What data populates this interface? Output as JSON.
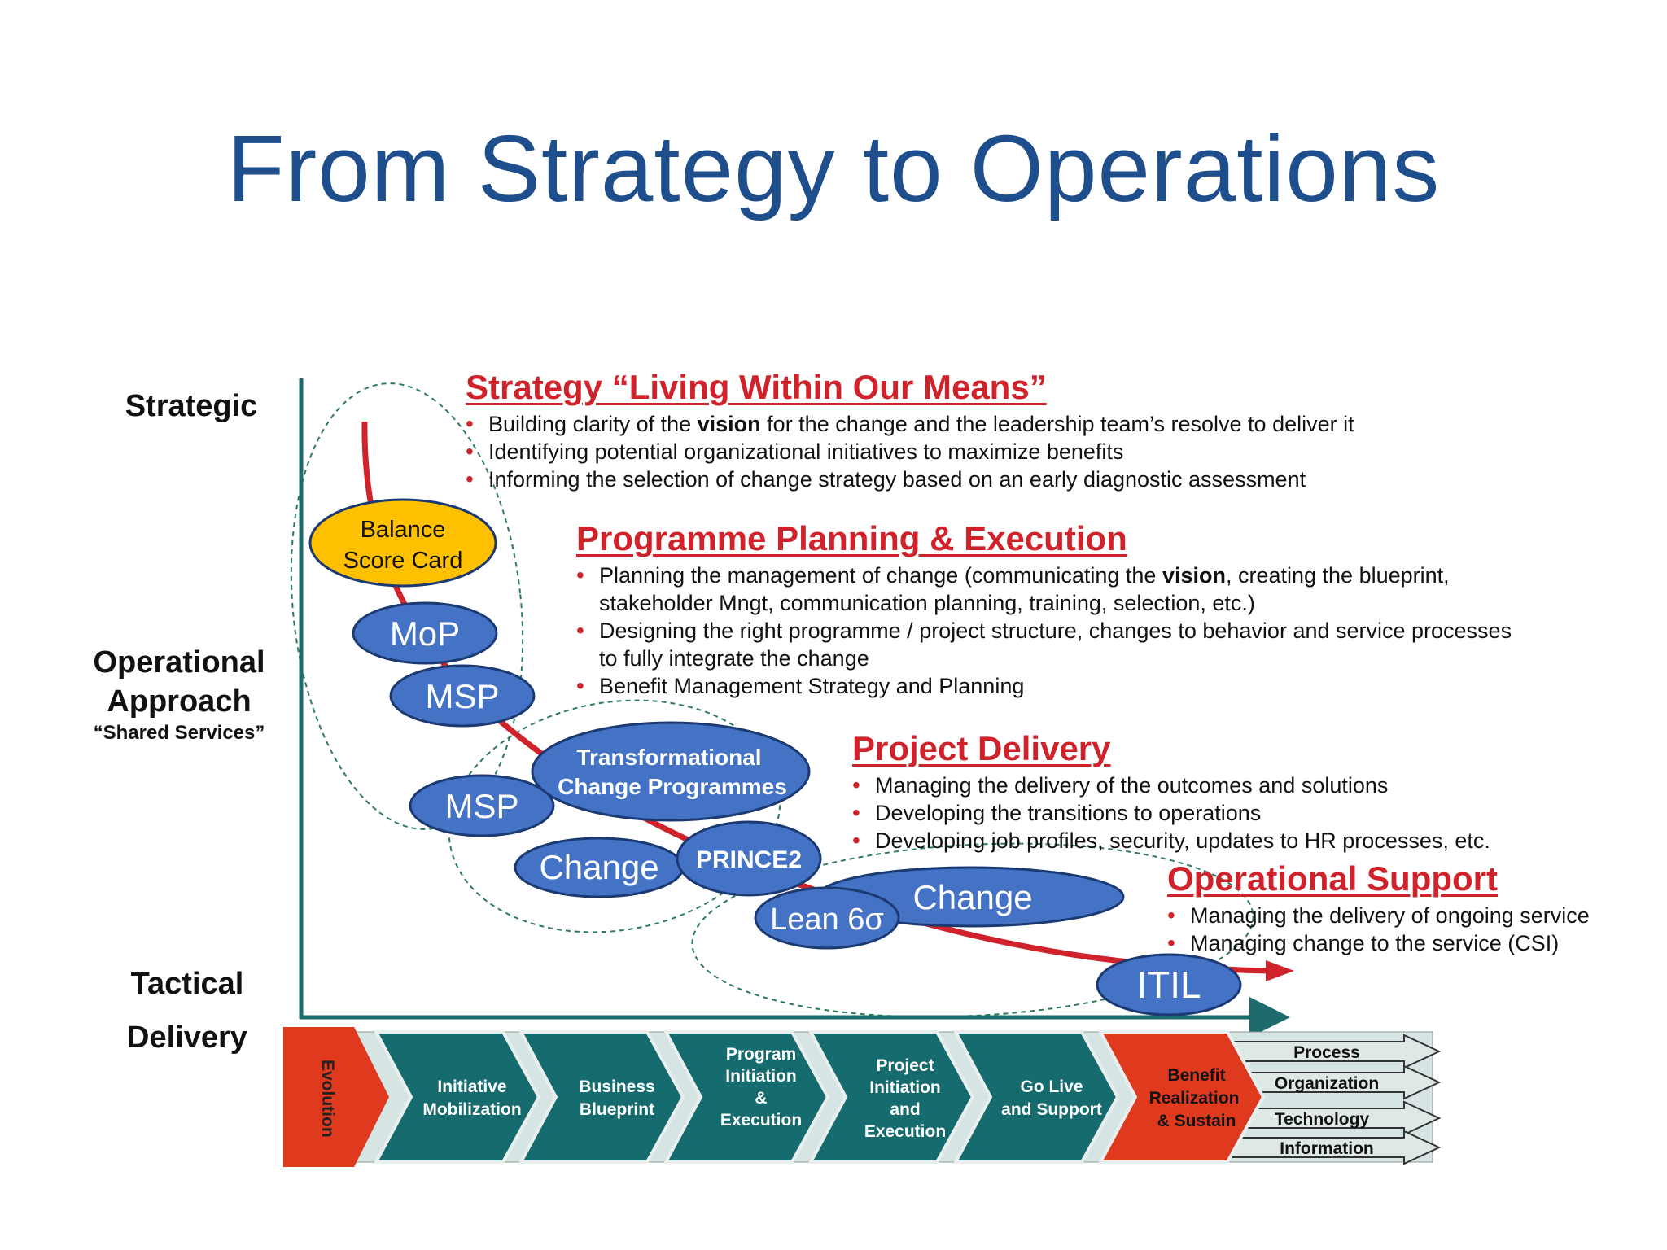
{
  "title": "From Strategy to Operations",
  "y_axis": {
    "strategic": "Strategic",
    "operational_line1": "Operational",
    "operational_line2": "Approach",
    "operational_sub": "“Shared Services”",
    "tactical_line1": "Tactical",
    "tactical_line2": "Delivery"
  },
  "sections": {
    "strategy": {
      "heading": "Strategy “Living Within Our Means”",
      "bullets": [
        {
          "pre": "Building clarity of the ",
          "bold": "vision",
          "post": " for the change and the leadership team’s resolve to deliver it"
        },
        {
          "pre": "Identifying potential organizational initiatives to maximize benefits",
          "bold": "",
          "post": ""
        },
        {
          "pre": "Informing the selection of change strategy based on an early diagnostic assessment",
          "bold": "",
          "post": ""
        }
      ]
    },
    "programme": {
      "heading": "Programme Planning & Execution",
      "bullets": [
        {
          "pre": "Planning the management of change (communicating the ",
          "bold": "vision",
          "post": ", creating the blueprint, stakeholder Mngt, communication planning, training, selection, etc.)"
        },
        {
          "pre": "Designing the right programme / project structure, changes to behavior and service processes to fully integrate the change",
          "bold": "",
          "post": ""
        },
        {
          "pre": "Benefit Management Strategy and Planning",
          "bold": "",
          "post": ""
        }
      ]
    },
    "project": {
      "heading": "Project Delivery",
      "bullets": [
        {
          "pre": "Managing the delivery of the outcomes and solutions",
          "bold": "",
          "post": ""
        },
        {
          "pre": "Developing the transitions to operations",
          "bold": "",
          "post": ""
        },
        {
          "pre": "Developing job profiles, security, updates to HR processes, etc.",
          "bold": "",
          "post": ""
        }
      ]
    },
    "operational": {
      "heading": "Operational Support",
      "bullets": [
        {
          "pre": "Managing the delivery of ongoing service",
          "bold": "",
          "post": ""
        },
        {
          "pre": "Managing change to the service (CSI)",
          "bold": "",
          "post": ""
        }
      ]
    }
  },
  "ellipses": {
    "bsc": [
      "Balance",
      "Score Card"
    ],
    "mop": "MoP",
    "msp1": "MSP",
    "msp2": "MSP",
    "tcp": [
      "Transformational",
      "Change Programmes"
    ],
    "change1": "Change",
    "prince2": "PRINCE2",
    "change2": "Change",
    "lean": "Lean 6σ",
    "itil": "ITIL"
  },
  "chevrons": {
    "evolution": "Evolution",
    "steps": [
      {
        "lines": [
          "Initiative",
          "Mobilization"
        ]
      },
      {
        "lines": [
          "Business",
          "Blueprint"
        ]
      },
      {
        "lines": [
          "Program",
          "Initiation",
          "&",
          "Execution"
        ]
      },
      {
        "lines": [
          "Project",
          "Initiation",
          "and",
          "Execution"
        ]
      },
      {
        "lines": [
          "Go Live",
          "and Support"
        ]
      },
      {
        "lines": [
          "Benefit",
          "Realization",
          "& Sustain"
        ]
      }
    ],
    "arrows": [
      "Process",
      "Organization",
      "Technology",
      "Information"
    ]
  },
  "colors": {
    "title": "#1f4e8c",
    "accent_red": "#d0222a",
    "ellipse_blue": "#4472c4",
    "ellipse_yellow": "#ffc000",
    "teal": "#156b6e",
    "axis": "#1e6b6e",
    "chevron_red": "#e03a1e"
  }
}
